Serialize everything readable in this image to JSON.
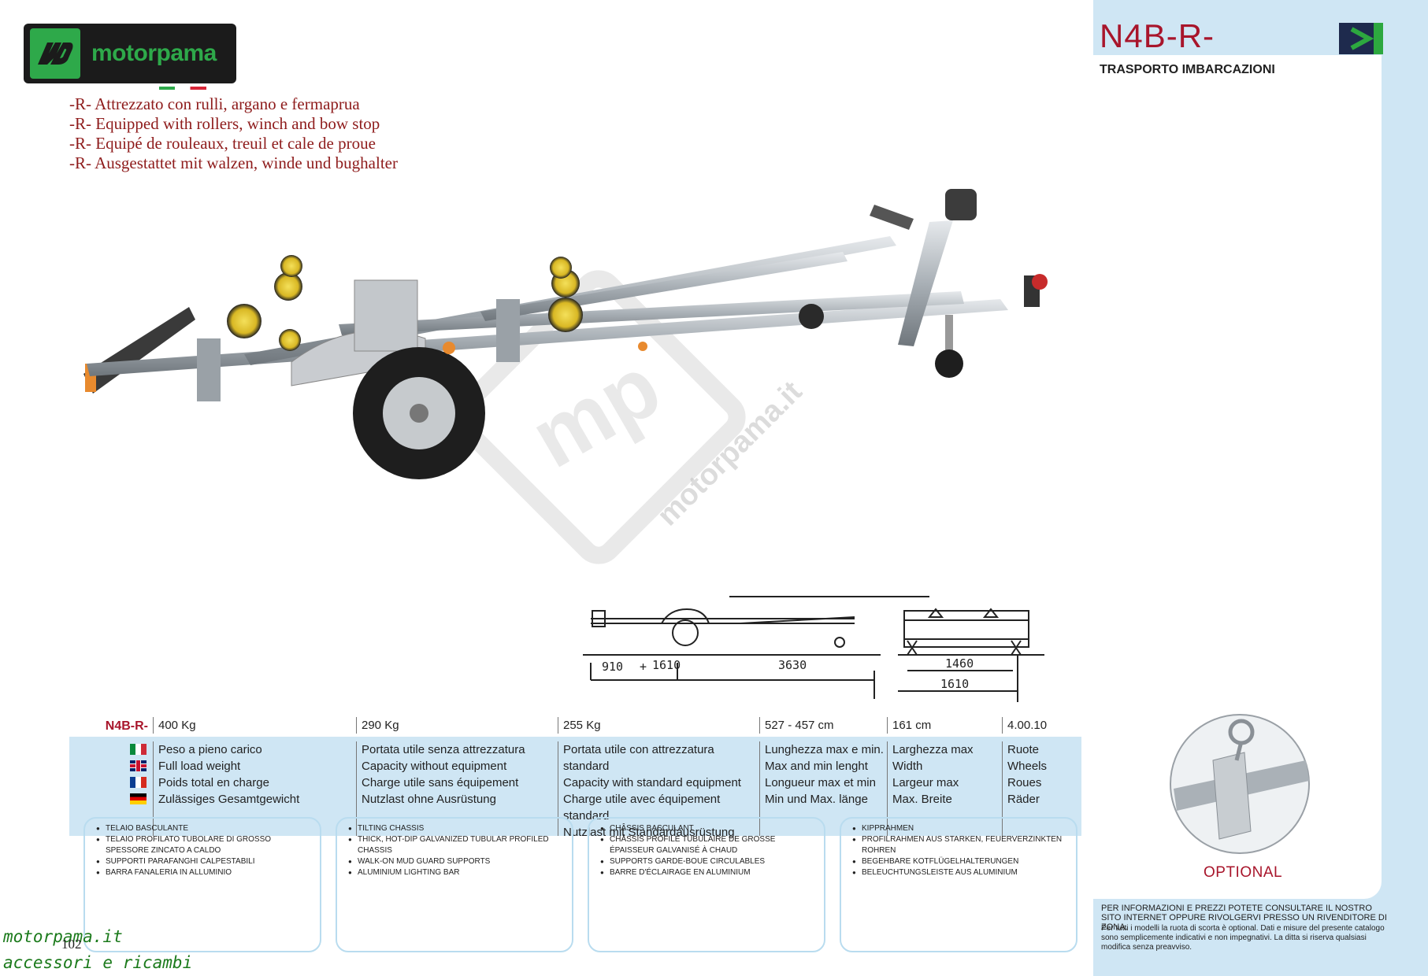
{
  "header": {
    "model": "N4B-R-",
    "subtitle": "TRASPORTO IMBARCAZIONI",
    "logo_text": "motorpama"
  },
  "features": [
    "-R- Attrezzato con rulli, argano e fermaprua",
    "-R- Equipped with rollers, winch and bow stop",
    "-R- Equipé de rouleaux, treuil et cale de proue",
    "-R- Ausgestattet mit walzen, winde und bughalter"
  ],
  "watermark": "motorpama.it",
  "drawing": {
    "dim_rear": "910",
    "plus": "+",
    "dim_axle": "1610",
    "dim_total": "3630",
    "dim_width_inner": "1460",
    "dim_width_outer": "1610"
  },
  "spec": {
    "model": "N4B-R-",
    "values": [
      "400 Kg",
      "290 Kg",
      "255 Kg",
      "527 - 457 cm",
      "161 cm",
      "4.00.10"
    ],
    "columns": [
      [
        "Peso a pieno carico",
        "Full load weight",
        "Poids total en charge",
        "Zulässiges Gesamtgewicht"
      ],
      [
        "Portata utile senza attrezzatura",
        "Capacity without equipment",
        "Charge utile sans équipement",
        "Nutzlast ohne Ausrüstung"
      ],
      [
        "Portata utile con attrezzatura standard",
        "Capacity with standard equipment",
        "Charge utile avec équipement standard",
        "Nutzlast mit Standardausrüstung"
      ],
      [
        "Lunghezza max e min.",
        "Max and min lenght",
        "Longueur max et min",
        "Min und Max. länge"
      ],
      [
        "Larghezza max",
        "Width",
        "Largeur max",
        "Max. Breite"
      ],
      [
        "Ruote",
        "Wheels",
        "Roues",
        "Räder"
      ]
    ]
  },
  "boxes": [
    [
      "TELAIO BASCULANTE",
      "TELAIO PROFILATO TUBOLARE DI GROSSO SPESSORE ZINCATO A CALDO",
      "SUPPORTI PARAFANGHI CALPESTABILI",
      "BARRA FANALERIA IN ALLUMINIO"
    ],
    [
      "TILTING CHASSIS",
      "THICK, HOT-DIP GALVANIZED TUBULAR PROFILED CHASSIS",
      "WALK-ON MUD GUARD SUPPORTS",
      "ALUMINIUM LIGHTING BAR"
    ],
    [
      "CHÂSSIS BASCULANT",
      "CHÂSSIS PROFILÉ TUBULAIRE DE GROSSE ÉPAISSEUR GALVANISÉ À CHAUD",
      "SUPPORTS GARDE-BOUE CIRCULABLES",
      "BARRE D'ÉCLAIRAGE EN ALUMINIUM"
    ],
    [
      "KIPPRAHMEN",
      "PROFILRAHMEN AUS STARKEN, FEUERVERZINKTEN ROHREN",
      "BEGEHBARE KOTFLÜGELHALTERUNGEN",
      "BELEUCHTUNGSLEISTE AUS ALUMINIUM"
    ]
  ],
  "optional_label": "OPTIONAL",
  "disclaimer": {
    "upper": "PER INFORMAZIONI E PREZZI POTETE CONSULTARE IL NOSTRO SITO INTERNET OPPURE RIVOLGERVI PRESSO UN RIVENDITORE DI ZONA.",
    "lower": "Per tutti i modelli la ruota di scorta è optional. Dati e misure del presente catalogo sono semplicemente indicativi e non impegnativi. La ditta si riserva qualsiasi modifica senza preavviso."
  },
  "page_number": "102",
  "site_line1": "motorpama.it",
  "site_line2": "accessori e ricambi",
  "colors": {
    "accent_red": "#a8152b",
    "light_blue": "#cfe6f4",
    "brand_green": "#2ea94a"
  }
}
